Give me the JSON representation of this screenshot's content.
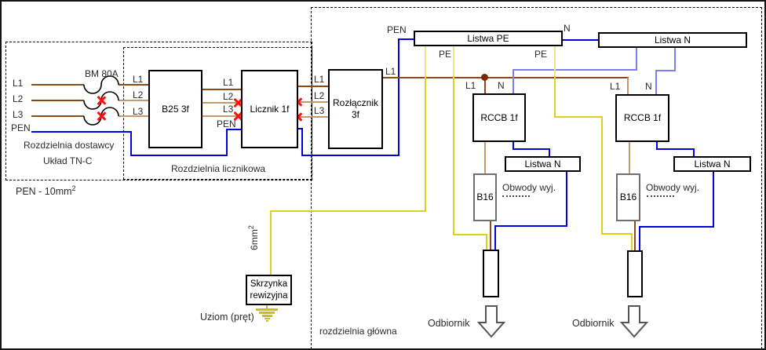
{
  "labels": {
    "l1": "L1",
    "l2": "L2",
    "l3": "L3",
    "pen": "PEN",
    "pe": "PE",
    "n": "N",
    "bm": "BM 80A",
    "b25": "B25 3f",
    "licznik": "Licznik 1f",
    "rozlacznik_line1": "Rozłącznik",
    "rozlacznik_line2": "3f",
    "listwa_pe": "Listwa PE",
    "listwa_n": "Listwa N",
    "rccb": "RCCB 1f",
    "b16": "B16",
    "obwody": "Obwody wyj.",
    "odbiornik": "Odbiornik",
    "skrzynka_line1": "Skrzynka",
    "skrzynka_line2": "rewizyjna",
    "uziom": "Uziom (pręt)",
    "dostawcy": "Rozdzielnia dostawcy",
    "uklad": "Układ TN-C",
    "licznikowa": "Rozdzielnia licznikowa",
    "glowna": "rozdzielnia główna",
    "pen_note": "PEN - 10mm",
    "pen_note_sup": "2",
    "six_mm": "6mm",
    "six_mm_sup": "2"
  },
  "colors": {
    "phase": "#8B4A17",
    "phase_unused": "#C59A6B",
    "neutral_pen": "#0202E0",
    "neutral_feed": "#7D7DF2",
    "pe_yellow": "#DCD21E",
    "pe_pale": "#EDE586",
    "ground": "#C9C019",
    "fault_x": "#FF1010",
    "junction": "#7B2800"
  }
}
